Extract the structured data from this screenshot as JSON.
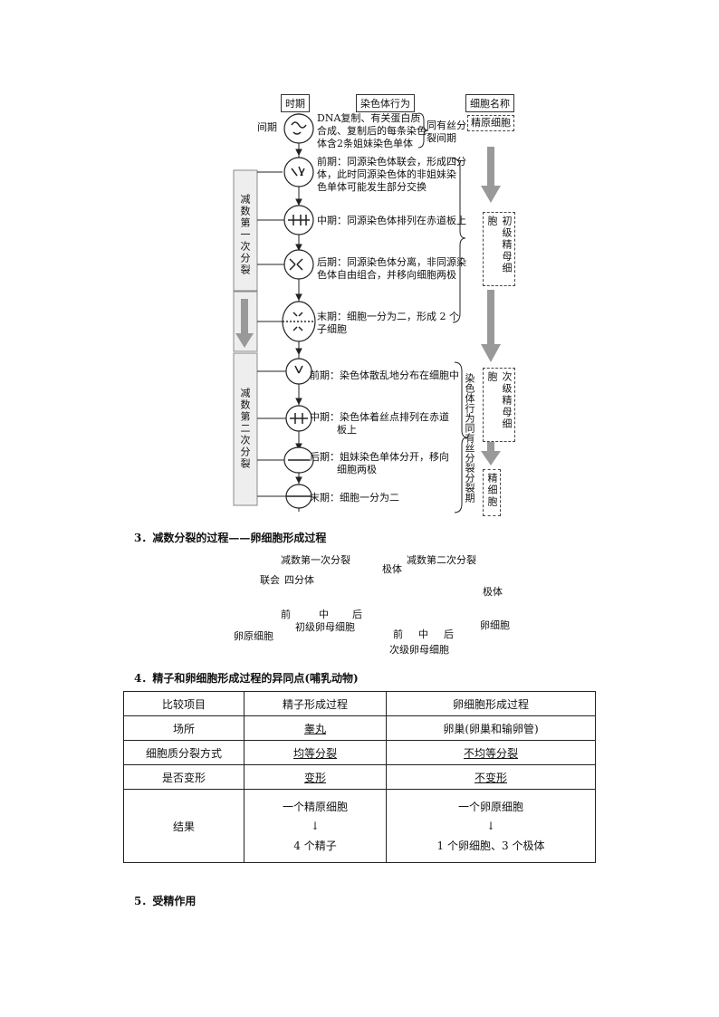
{
  "diagram1": {
    "headers": {
      "period": "时期",
      "chromosome_behavior": "染色体行为",
      "cell_name": "细胞名称"
    },
    "interphase": {
      "label": "间期",
      "desc": [
        "DNA复制、有关蛋白质",
        "合成、复制后的每条染色",
        "体含2条姐妹染色单体"
      ],
      "note": [
        "同有丝分",
        "裂间期"
      ],
      "cell": "精原细胞"
    },
    "meiosis1": {
      "label": "减数第一次分裂",
      "phases": [
        {
          "desc": [
            "前期：同源染色体联会，形成四分",
            "体，此时同源染色体的非姐妹染",
            "色单体可能发生部分交换"
          ]
        },
        {
          "desc": [
            "中期：同源染色体排列在赤道板上"
          ]
        },
        {
          "desc": [
            "后期：同源染色体分离，非同源染",
            "色体自由组合，并移向细胞两极"
          ]
        },
        {
          "desc": [
            "末期：细胞一分为二，形成 2 个",
            "子细胞"
          ]
        }
      ],
      "cell": "初级精母细胞"
    },
    "meiosis2": {
      "label": "减数第二次分裂",
      "phases": [
        {
          "desc": [
            "前期：染色体散乱地分布在细胞中"
          ]
        },
        {
          "desc": [
            "中期：染色体着丝点排列在赤道",
            "板上"
          ]
        },
        {
          "desc": [
            "后期：姐妹染色单体分开，移向",
            "细胞两极"
          ]
        },
        {
          "desc": [
            "末期：细胞一分为二"
          ]
        }
      ],
      "note": "染色体行为同有丝分裂分裂期",
      "cell_secondary": "次级精母细胞",
      "cell_sperm": "精细胞"
    }
  },
  "section3": {
    "title": "3．减数分裂的过程——卵细胞形成过程",
    "labels": {
      "meiosis1": "减数第一次分裂",
      "meiosis2": "减数第二次分裂",
      "synapsis": "联会",
      "tetrad": "四分体",
      "pro": "前",
      "meta": "中",
      "ana": "后",
      "primary": "初级卵母细胞",
      "secondary": "次级卵母细胞",
      "oogonium": "卵原细胞",
      "polar_body_top": "极体",
      "polar_body_right": "极体",
      "egg": "卵细胞"
    }
  },
  "section4": {
    "title": "4．精子和卵细胞形成过程的异同点(哺乳动物)",
    "headers": [
      "比较项目",
      "精子形成过程",
      "卵细胞形成过程"
    ],
    "rows": [
      [
        "场所",
        "睾丸",
        "卵巢(卵巢和输卵管)"
      ],
      [
        "细胞质分裂方式",
        "均等分裂",
        "不均等分裂"
      ],
      [
        "是否变形",
        "变形",
        "不变形"
      ]
    ],
    "result": {
      "label": "结果",
      "sperm": [
        "一个精原细胞",
        "↓",
        "4 个精子"
      ],
      "egg": [
        "一个卵原细胞",
        "↓",
        "1 个卵细胞、3 个极体"
      ]
    }
  },
  "section5": {
    "title": "5．受精作用"
  }
}
